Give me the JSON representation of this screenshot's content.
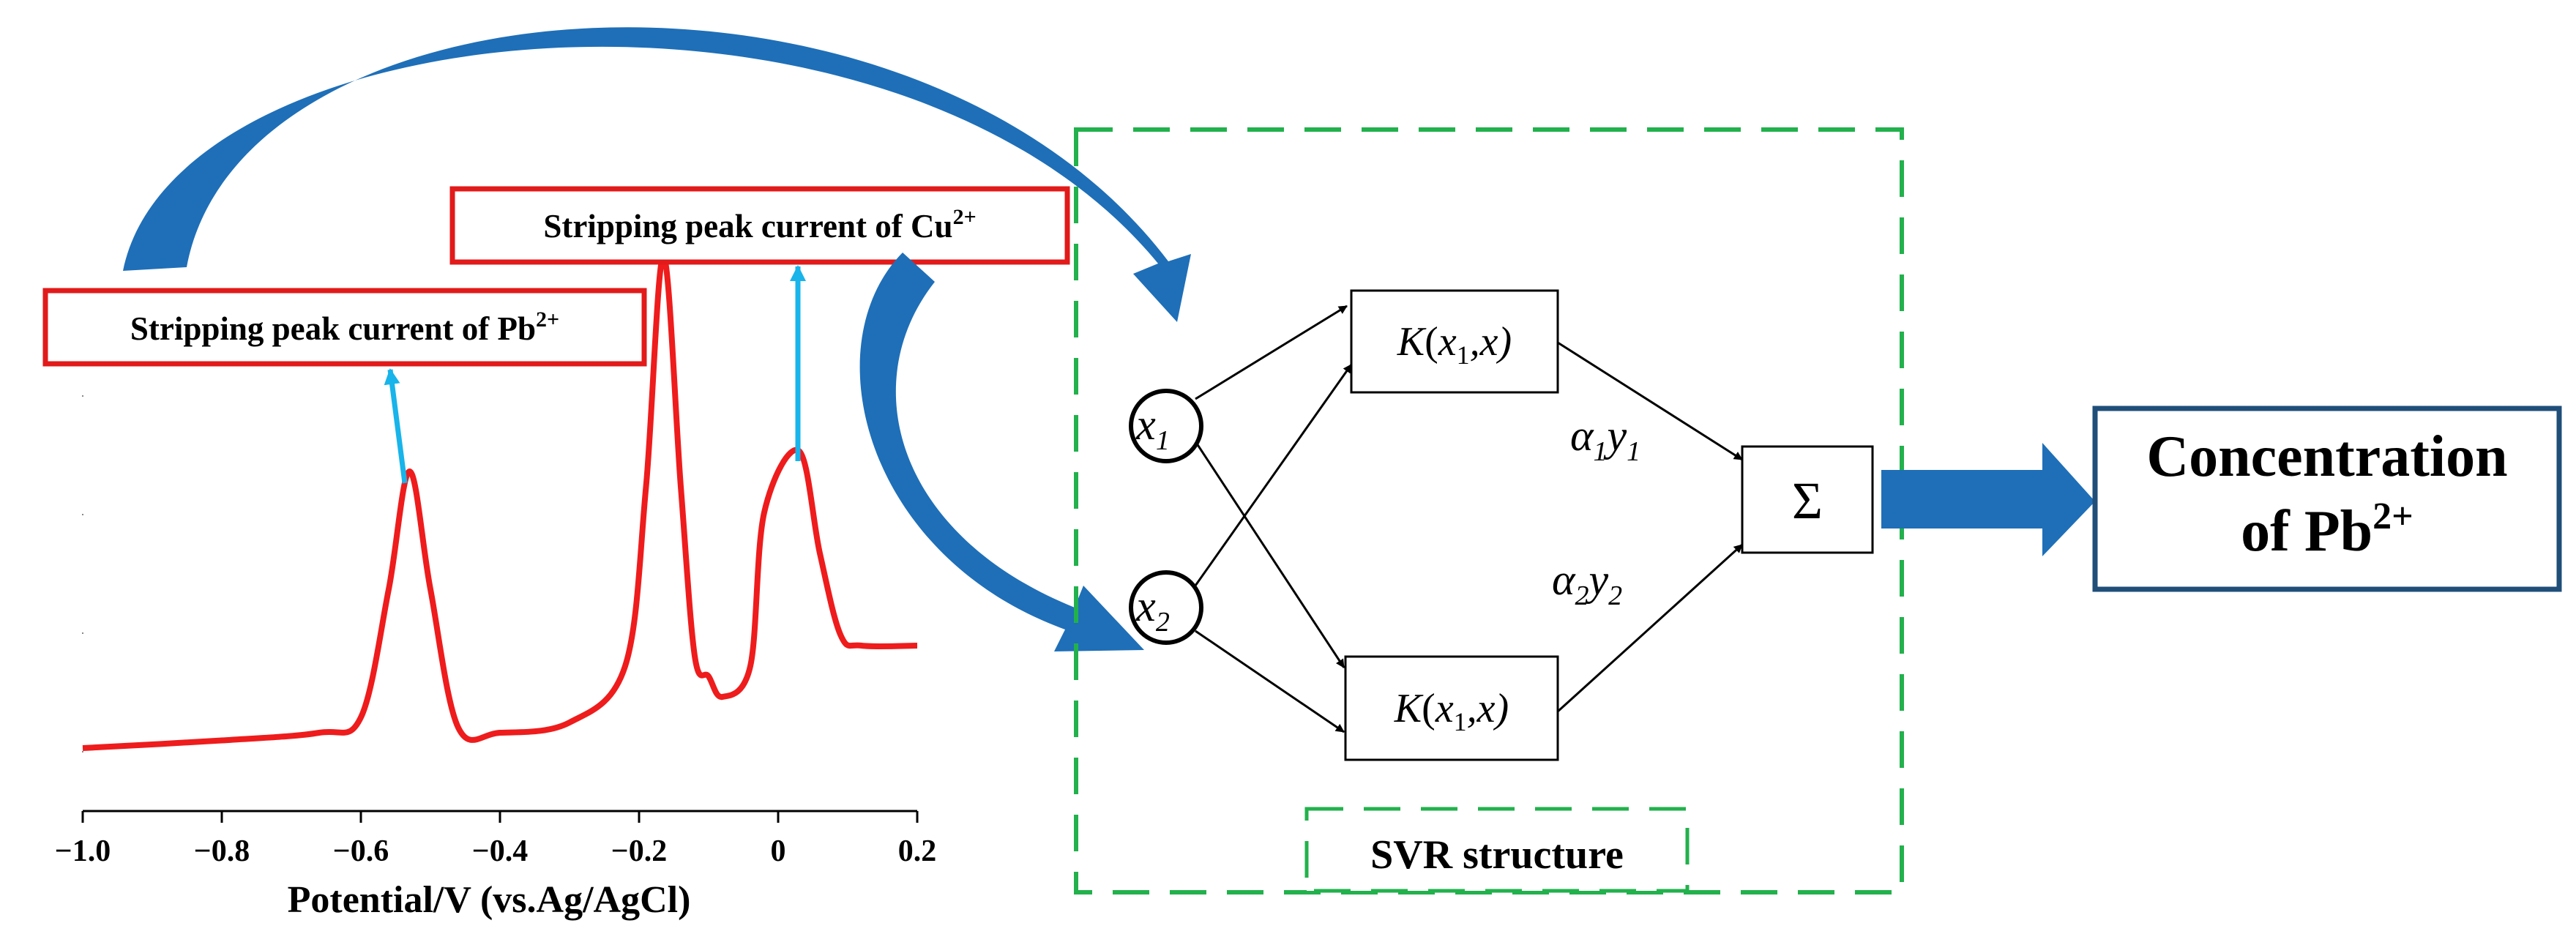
{
  "colors": {
    "curve": "#ee1c1c",
    "peak_arrow": "#18b4ea",
    "flow_arrow": "#1e6fb8",
    "svr_box": "#22b14c",
    "label_box": "#e21a1a",
    "output_box": "#1f4e79",
    "text": "#000000"
  },
  "voltammogram": {
    "x_ticks": [
      "−1.0",
      "−0.8",
      "−0.6",
      "−0.4",
      "−0.2",
      "0",
      "0.2"
    ],
    "x_axis_label": "Potential/V (vs.Ag/AgCl)",
    "x_range": [
      -1.0,
      0.2
    ],
    "curve": [
      [
        -1.0,
        0.04
      ],
      [
        -0.8,
        0.055
      ],
      [
        -0.66,
        0.07
      ],
      [
        -0.6,
        0.1
      ],
      [
        -0.56,
        0.35
      ],
      [
        -0.53,
        0.58
      ],
      [
        -0.5,
        0.35
      ],
      [
        -0.46,
        0.08
      ],
      [
        -0.4,
        0.07
      ],
      [
        -0.3,
        0.09
      ],
      [
        -0.22,
        0.2
      ],
      [
        -0.19,
        0.55
      ],
      [
        -0.165,
        1.0
      ],
      [
        -0.14,
        0.55
      ],
      [
        -0.12,
        0.22
      ],
      [
        -0.1,
        0.18
      ],
      [
        -0.08,
        0.14
      ],
      [
        -0.04,
        0.2
      ],
      [
        -0.02,
        0.5
      ],
      [
        0.03,
        0.62
      ],
      [
        0.06,
        0.42
      ],
      [
        0.09,
        0.26
      ],
      [
        0.12,
        0.24
      ],
      [
        0.2,
        0.24
      ]
    ]
  },
  "labels": {
    "pb_peak": "Stripping peak current of Pb",
    "pb_peak_sup": "2+",
    "cu_peak": "Stripping peak current of Cu",
    "cu_peak_sup": "2+"
  },
  "svr": {
    "title": "SVR structure",
    "input1": {
      "base": "x",
      "sub": "1"
    },
    "input2": {
      "base": "x",
      "sub": "2"
    },
    "kernel1": {
      "K": "K",
      "arg_base": "x",
      "arg_sub": "1",
      "tail": ",x)"
    },
    "kernel2": {
      "K": "K",
      "arg_base": "x",
      "arg_sub": "1",
      "tail": ",x)"
    },
    "weight1": {
      "alpha": "α",
      "alpha_sub": "1",
      "y": "y",
      "y_sub": "1"
    },
    "weight2": {
      "alpha": "α",
      "alpha_sub": "2",
      "y": "y",
      "y_sub": "2"
    },
    "sum_symbol": "Σ"
  },
  "output": {
    "line1": "Concentration",
    "line2": "of Pb",
    "line2_sup": "2+"
  }
}
